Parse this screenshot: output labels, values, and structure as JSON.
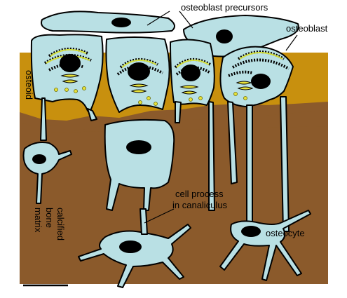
{
  "labels": {
    "osteoblast_precursors": "osteoblast precursors",
    "osteoblast": "osteoblast",
    "osteoid": "osteoid",
    "calcified_bone_matrix_line1": "calcified",
    "calcified_bone_matrix_line2": "bone",
    "calcified_bone_matrix_line3": "matrix",
    "cell_process_line1": "cell process",
    "cell_process_line2": "in canaliculus",
    "osteocyte": "osteocyte"
  },
  "colors": {
    "osteoid": "#c8900e",
    "bone_matrix": "#8b5a2b",
    "cell": "#b9e0e4",
    "granules": "#e8e23a",
    "outline": "#000000"
  }
}
